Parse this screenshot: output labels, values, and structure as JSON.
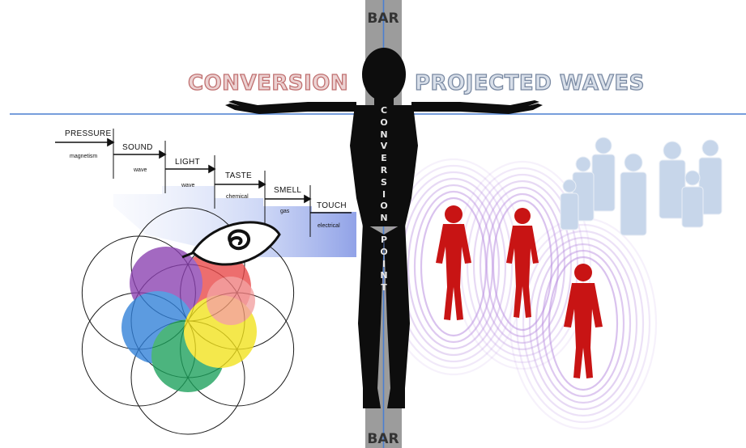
{
  "headings": {
    "conversion": "CONVERSION",
    "projected": "PROJECTED WAVES"
  },
  "bar": {
    "top_label": "BAR",
    "bottom_label": "BAR"
  },
  "vertical_text": {
    "word1": [
      "C",
      "O",
      "N",
      "V",
      "E",
      "R",
      "S",
      "I",
      "O",
      "N"
    ],
    "word2": [
      "P",
      "O",
      "I",
      "N",
      "T"
    ]
  },
  "steps": [
    {
      "label": "PRESSURE",
      "sub": "magnetism"
    },
    {
      "label": "SOUND",
      "sub": "wave"
    },
    {
      "label": "LIGHT",
      "sub": "wave"
    },
    {
      "label": "TASTE",
      "sub": "chemical"
    },
    {
      "label": "SMELL",
      "sub": "gas"
    },
    {
      "label": "TOUCH",
      "sub": "electrical"
    }
  ],
  "colors": {
    "axis_line": "#4a7fd0",
    "bar_fill": "#9c9c9c",
    "silhouette": "#0d0d0d",
    "red_figures": "#c81414",
    "wave_rings": "#b98fe0",
    "crowd": "#c7d6ea"
  },
  "icons": [
    "eye-icon",
    "flower-of-life-icon",
    "human-silhouette-icon",
    "red-person-icon",
    "crowd-icon"
  ]
}
